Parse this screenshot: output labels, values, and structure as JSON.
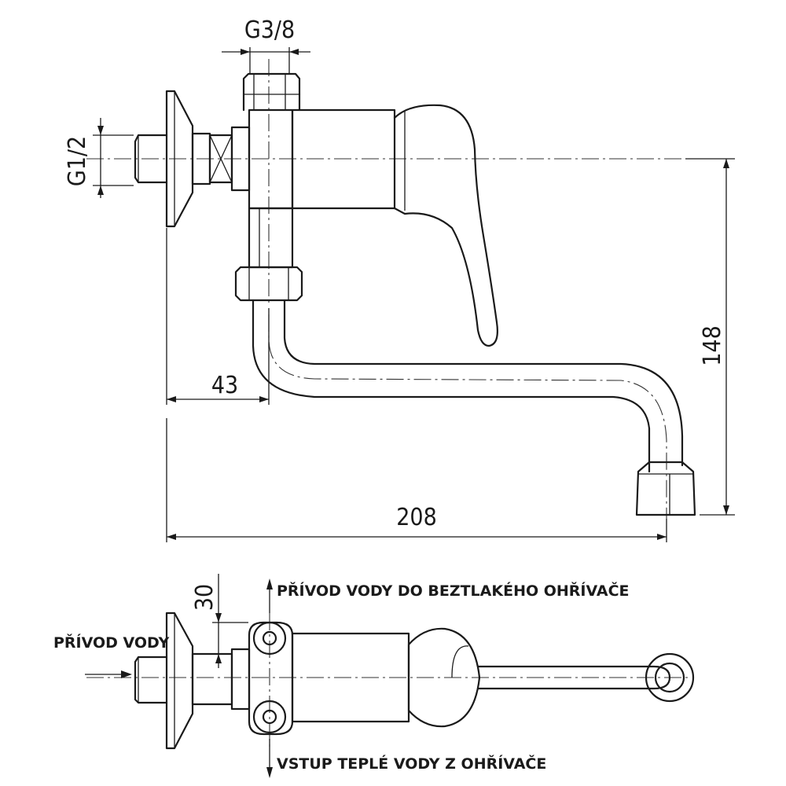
{
  "dimensions": {
    "thread_outlet": "G3/8",
    "thread_inlet": "G1/2",
    "spout_height": "148",
    "wall_offset": "43",
    "spout_reach": "208",
    "top_offset": "30"
  },
  "labels": {
    "supply_to_heater": "PŘÍVOD VODY DO BEZTLAKÉHO OHŘÍVAČE",
    "water_supply": "PŘÍVOD VODY",
    "hot_water_inlet": "VSTUP TEPLÉ VODY Z OHŘÍVAČE"
  }
}
